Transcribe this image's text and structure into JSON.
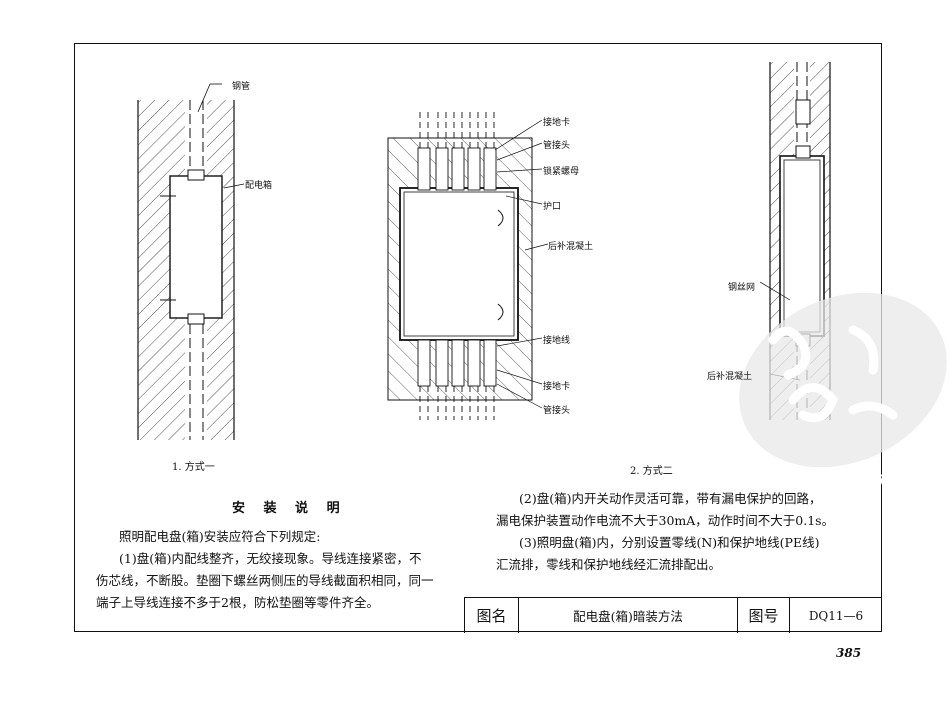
{
  "drawing": {
    "caption1": "1. 方式一",
    "caption2": "2. 方式二",
    "m1_labels": {
      "pipe": "钢管",
      "box": "配电箱"
    },
    "m2_labels": {
      "ground_clamp_top": "接地卡",
      "pipe_joint_top": "管接头",
      "lock_nut": "锁紧螺母",
      "bushing": "护口",
      "concrete": "后补混凝土",
      "ground_wire": "接地线",
      "ground_clamp_bot": "接地卡",
      "pipe_joint_bot": "管接头"
    },
    "m3_labels": {
      "mesh": "钢丝网",
      "concrete": "后补混凝土"
    }
  },
  "notes": {
    "heading": "安 装 说 明",
    "intro": "照明配电盘(箱)安装应符合下列规定:",
    "item1_l1": "(1)盘(箱)内配线整齐，无绞接现象。导线连接紧密，不",
    "item1_l2": "伤芯线，不断股。垫圈下螺丝两侧压的导线截面积相同，同一",
    "item1_l3": "端子上导线连接不多于2根，防松垫圈等零件齐全。",
    "item2_l1": "(2)盘(箱)内开关动作灵活可靠，带有漏电保护的回路，",
    "item2_l2": "漏电保护装置动作电流不大于30mA，动作时间不大于0.1s。",
    "item3_l1": "(3)照明盘(箱)内，分别设置零线(N)和保护地线(PE线)",
    "item3_l2": "汇流排，零线和保护地线经汇流排配出。"
  },
  "title_block": {
    "name_label": "图名",
    "name_value": "配电盘(箱)暗装方法",
    "number_label": "图号",
    "number_value": "DQ11—6"
  },
  "page_number": "385",
  "watermark_text": "PDG"
}
